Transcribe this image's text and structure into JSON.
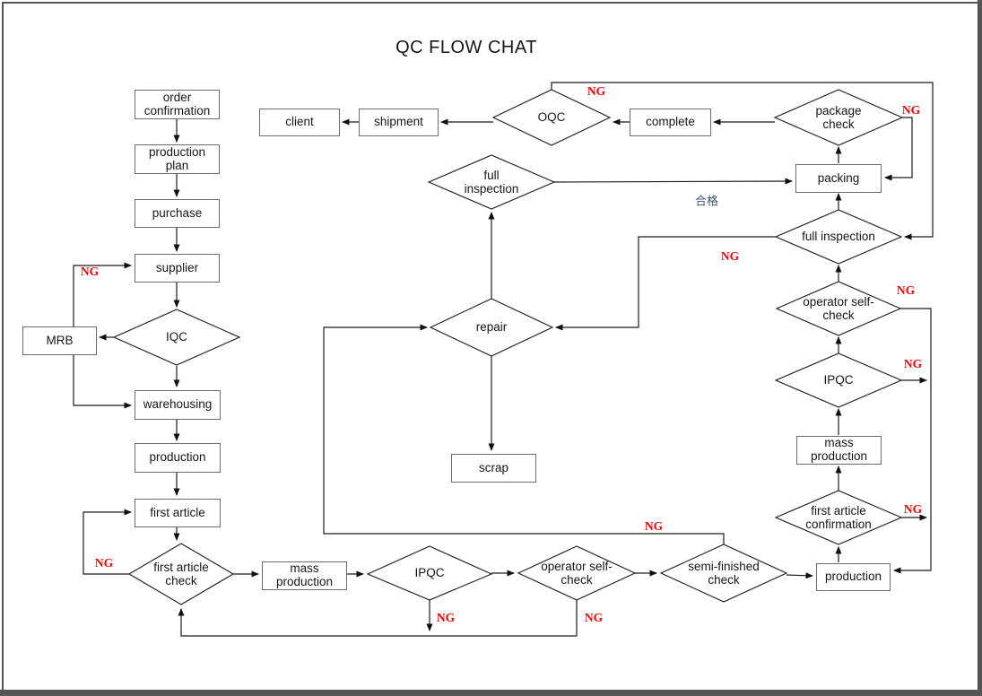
{
  "title": "QC FLOW CHAT",
  "labels": {
    "ng": "NG",
    "pass": "合格"
  },
  "nodes": {
    "order_confirmation": "order confirmation",
    "production_plan": "production plan",
    "purchase": "purchase",
    "supplier": "supplier",
    "mrb": "MRB",
    "iqc": "IQC",
    "warehousing": "warehousing",
    "production_left": "production",
    "first_article": "first article",
    "first_article_check": "first article check",
    "mass_production_bottom": "mass production",
    "ipqc_bottom": "IPQC",
    "operator_self_check_bottom": "operator self-check",
    "semi_finished_check": "semi-finished check",
    "production_right": "production",
    "first_article_confirmation": "first article confirmation",
    "mass_production_right": "mass production",
    "ipqc_right": "IPQC",
    "operator_self_check_right": "operator self-check",
    "full_inspection_right": "full inspection",
    "packing": "packing",
    "package_check": "package check",
    "complete": "complete",
    "oqc": "OQC",
    "shipment": "shipment",
    "client": "client",
    "full_inspection_mid": "full inspection",
    "repair": "repair",
    "scrap": "scrap"
  }
}
